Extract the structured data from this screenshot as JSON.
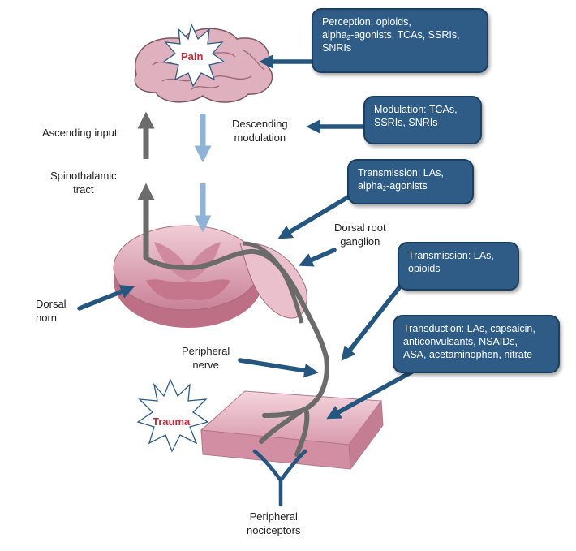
{
  "boxes": {
    "perception": {
      "lines": [
        "Perception: opioids,",
        "alpha",
        "SNRIs"
      ],
      "line2_rest": "-agonists, TCAs, SSRIs,",
      "sub": "2"
    },
    "modulation": {
      "lines": [
        "Modulation: TCAs,",
        "SSRIs, SNRIs"
      ]
    },
    "transmission1": {
      "lines": [
        "Transmission: LAs,",
        "alpha"
      ],
      "line2_rest": "-agonists",
      "sub": "2"
    },
    "transmission2": {
      "lines": [
        "Transmission: LAs,",
        "opioids"
      ]
    },
    "transduction": {
      "lines": [
        "Transduction: LAs, capsaicin,",
        "anticonvulsants, NSAIDs,",
        "ASA, acetaminophen, nitrate"
      ]
    }
  },
  "labels": {
    "pain": "Pain",
    "trauma": "Trauma",
    "ascending": "Ascending input",
    "spinothalamic": [
      "Spinothalamic",
      "tract"
    ],
    "descending": [
      "Descending",
      "modulation"
    ],
    "dorsal_root": [
      "Dorsal root",
      "ganglion"
    ],
    "dorsal_horn": [
      "Dorsal",
      "horn"
    ],
    "peripheral_nerve": [
      "Peripheral",
      "nerve"
    ],
    "peripheral_nociceptors": [
      "Peripheral",
      "nociceptors"
    ]
  },
  "colors": {
    "box_fill": "#2e5c87",
    "arrow_blue": "#24567f",
    "arrow_light": "#8fb3d6",
    "arrow_gray": "#6b6b6b",
    "tissue_pink": "#e3b1bf",
    "pain_red": "#c4283a"
  }
}
